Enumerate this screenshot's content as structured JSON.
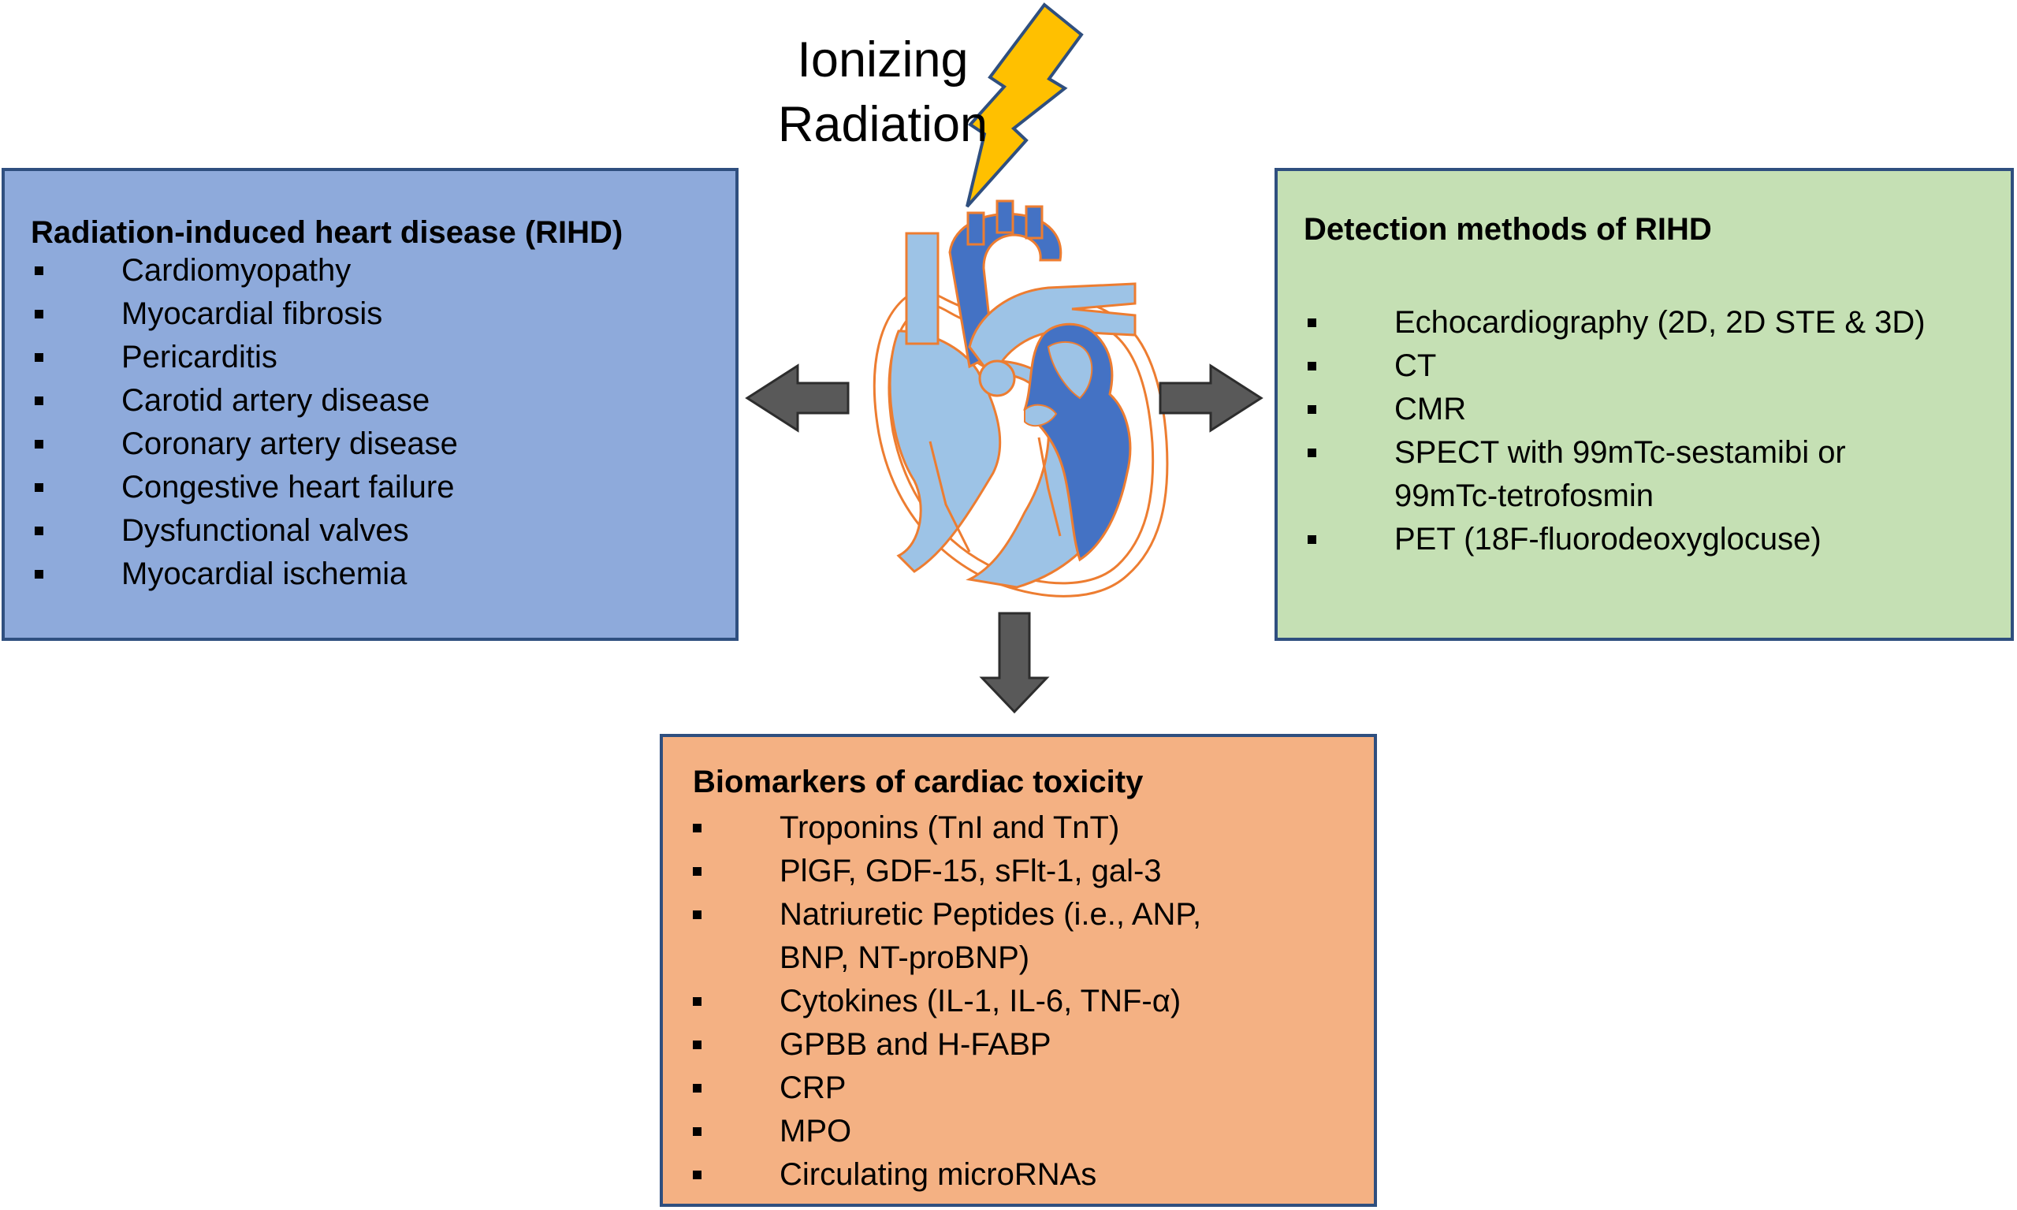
{
  "radiation": {
    "label": "Ionizing\nRadiation"
  },
  "colors": {
    "rihd_box": "#8eaadb",
    "detection_box": "#c5e0b4",
    "biomarker_box": "#f4b183",
    "box_border": "#2f4f7f",
    "arrow_fill": "#595959",
    "lightning": "#ffc000",
    "heart_dark": "#4472c4",
    "heart_light": "#9dc3e6",
    "heart_outline": "#ed7d31"
  },
  "rihd": {
    "title": "Radiation-induced heart disease (RIHD)",
    "items": [
      "Cardiomyopathy",
      "Myocardial fibrosis",
      "Pericarditis",
      "Carotid artery disease",
      "Coronary artery disease",
      "Congestive heart failure",
      "Dysfunctional valves",
      "Myocardial ischemia"
    ]
  },
  "detection": {
    "title": "Detection methods of RIHD",
    "items": [
      "Echocardiography (2D, 2D STE & 3D)",
      "CT",
      "CMR",
      "SPECT with 99mTc-sestamibi or\n99mTc-tetrofosmin",
      "PET (18F-fluorodeoxyglocuse)"
    ]
  },
  "biomarkers": {
    "title": "Biomarkers of cardiac toxicity",
    "items": [
      "Troponins (TnI and TnT)",
      "PlGF, GDF-15, sFlt-1, gal-3",
      "Natriuretic Peptides (i.e., ANP,\nBNP, NT-proBNP)",
      "Cytokines (IL-1, IL-6, TNF-α)",
      "GPBB and H-FABP",
      "CRP",
      "MPO",
      "Circulating microRNAs"
    ]
  }
}
